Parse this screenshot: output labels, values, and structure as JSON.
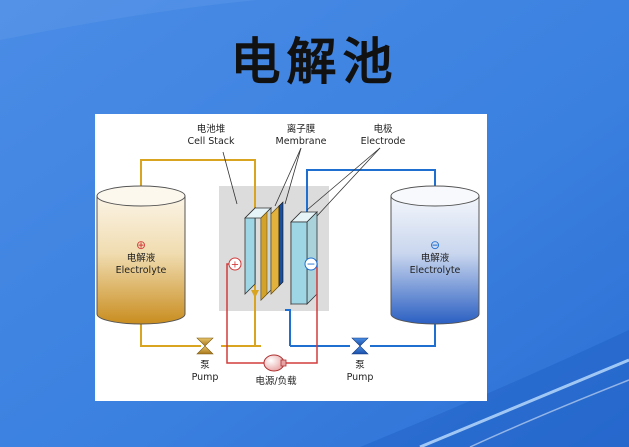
{
  "slide": {
    "title": "电解池"
  },
  "diagram": {
    "cell_stack": {
      "zh": "电池堆",
      "en": "Cell Stack"
    },
    "membrane": {
      "zh": "离子膜",
      "en": "Membrane"
    },
    "electrode": {
      "zh": "电极",
      "en": "Electrode"
    },
    "left_tank": {
      "sign": "⊕",
      "zh": "电解液",
      "en": "Electrolyte"
    },
    "right_tank": {
      "sign": "⊖",
      "zh": "电解液",
      "en": "Electrolyte"
    },
    "left_pump": {
      "zh": "泵",
      "en": "Pump"
    },
    "right_pump": {
      "zh": "泵",
      "en": "Pump"
    },
    "load": {
      "zh": "电源/负载"
    },
    "stack_plus": "⊕",
    "stack_minus": "⊖",
    "colors": {
      "positive_loop": "#d9a521",
      "negative_loop": "#1f6fd0",
      "circuit": "#d23b3b",
      "stack_box": "#dcdcdc"
    }
  }
}
